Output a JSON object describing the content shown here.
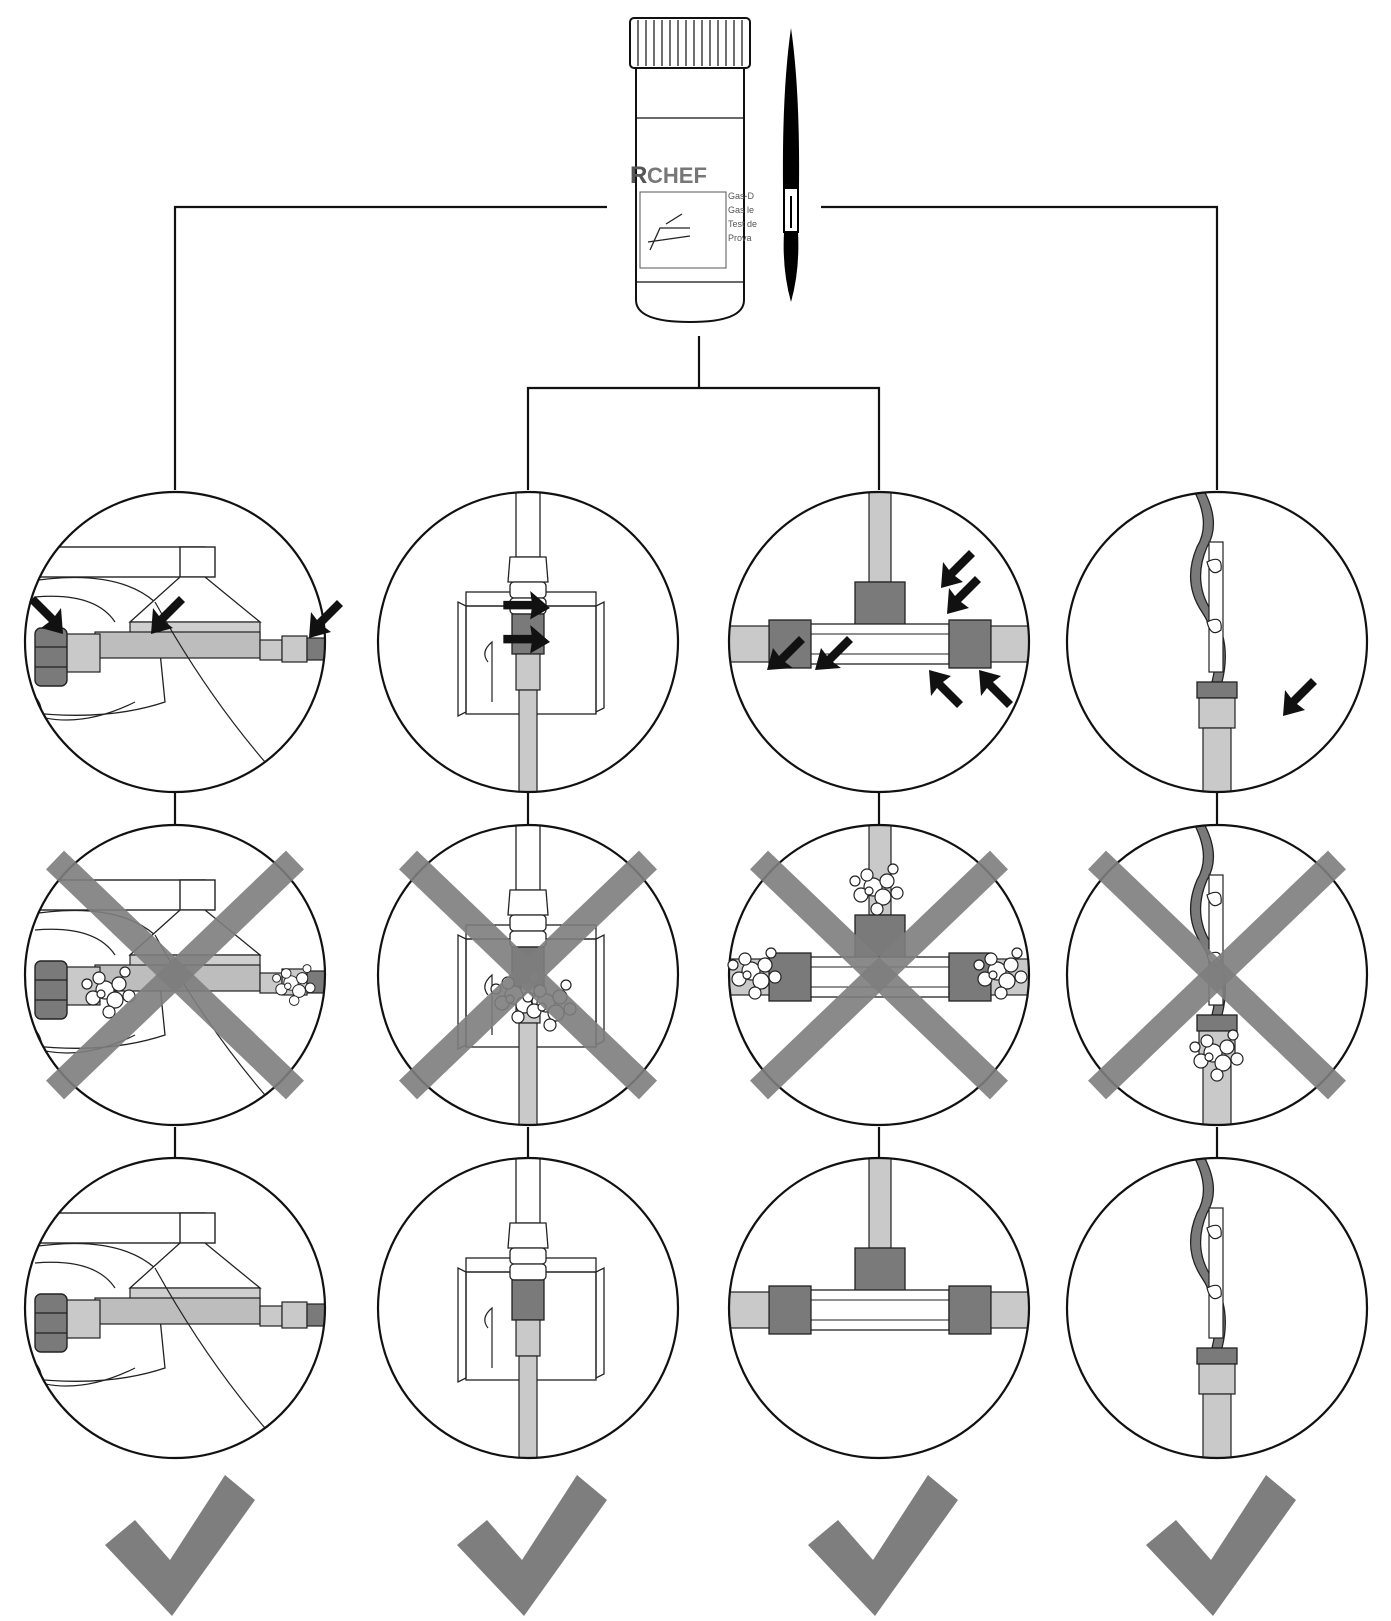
{
  "bottle": {
    "brand": "CHEF",
    "brand_prefix": "R",
    "label_lines": [
      "Gas-D",
      "Gas le",
      "Test de",
      "Prova"
    ]
  },
  "columns": [
    {
      "name": "regulator-connection"
    },
    {
      "name": "hose-bracket-connection"
    },
    {
      "name": "tee-fitting-connection"
    },
    {
      "name": "hose-end-connection"
    }
  ],
  "rows": [
    "inspect-apply-solution",
    "bubbles-leak-detected",
    "no-bubbles-ok"
  ],
  "colors": {
    "line": "#111111",
    "mark": "#7e7e7e",
    "part_light": "#c9c9c9",
    "part_dark": "#7a7a7a"
  },
  "icons": {
    "leak": "x-mark-icon",
    "ok": "checkmark-icon",
    "brush": "brush-icon",
    "arrow": "arrow-icon"
  }
}
